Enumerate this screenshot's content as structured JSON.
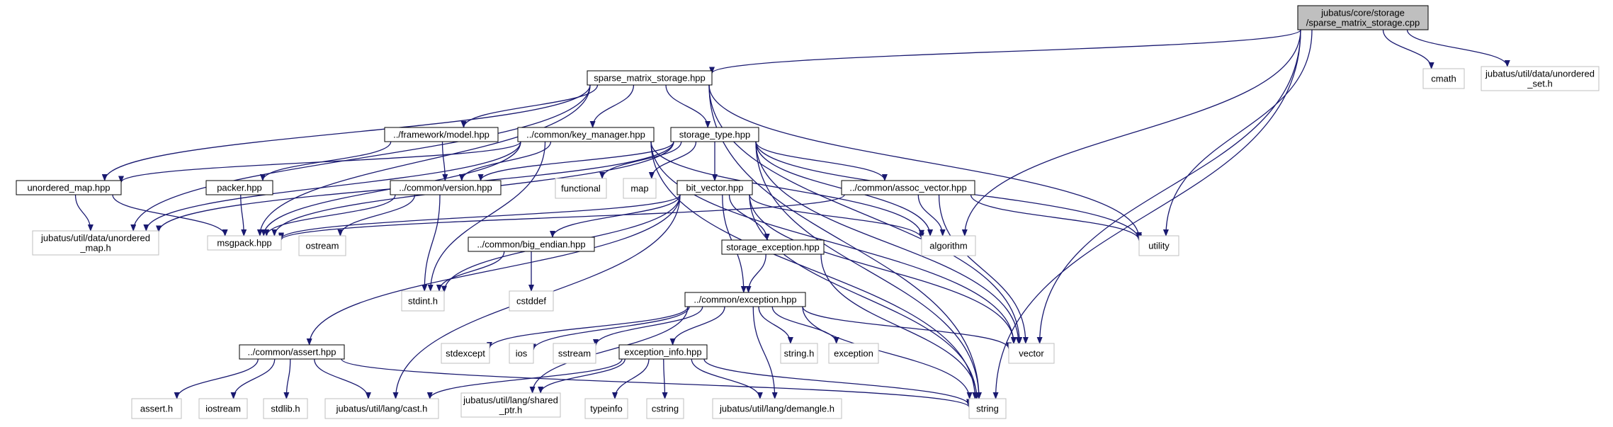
{
  "colors": {
    "edge": "#191970",
    "root_fill": "#bfbfbf",
    "root_border": "#000000",
    "header_border": "#000000",
    "system_border": "#bfbfbf",
    "text": "#000000",
    "system_text": "#000000"
  },
  "nodes": [
    {
      "id": "root",
      "kind": "root",
      "lines": [
        "jubatus/core/storage",
        "/sparse_matrix_storage.cpp"
      ]
    },
    {
      "id": "sms",
      "kind": "header",
      "lines": [
        "sparse_matrix_storage.hpp"
      ]
    },
    {
      "id": "cmath",
      "kind": "system",
      "lines": [
        "cmath"
      ]
    },
    {
      "id": "uset",
      "kind": "system",
      "lines": [
        "jubatus/util/data/unordered",
        "_set.h"
      ]
    },
    {
      "id": "model",
      "kind": "header",
      "lines": [
        "../framework/model.hpp"
      ]
    },
    {
      "id": "keymgr",
      "kind": "header",
      "lines": [
        "../common/key_manager.hpp"
      ]
    },
    {
      "id": "stype",
      "kind": "header",
      "lines": [
        "storage_type.hpp"
      ]
    },
    {
      "id": "umap",
      "kind": "header",
      "lines": [
        "unordered_map.hpp"
      ]
    },
    {
      "id": "packer",
      "kind": "header",
      "lines": [
        "packer.hpp"
      ]
    },
    {
      "id": "version",
      "kind": "header",
      "lines": [
        "../common/version.hpp"
      ]
    },
    {
      "id": "functional",
      "kind": "system",
      "lines": [
        "functional"
      ]
    },
    {
      "id": "map",
      "kind": "system",
      "lines": [
        "map"
      ]
    },
    {
      "id": "bitvec",
      "kind": "header",
      "lines": [
        "bit_vector.hpp"
      ]
    },
    {
      "id": "assocvec",
      "kind": "header",
      "lines": [
        "../common/assoc_vector.hpp"
      ]
    },
    {
      "id": "umaph",
      "kind": "system",
      "lines": [
        "jubatus/util/data/unordered",
        "_map.h"
      ]
    },
    {
      "id": "msgpack",
      "kind": "system",
      "lines": [
        "msgpack.hpp"
      ]
    },
    {
      "id": "ostream",
      "kind": "system",
      "lines": [
        "ostream"
      ]
    },
    {
      "id": "algorithm",
      "kind": "system",
      "lines": [
        "algorithm"
      ]
    },
    {
      "id": "utility",
      "kind": "system",
      "lines": [
        "utility"
      ]
    },
    {
      "id": "bigendian",
      "kind": "header",
      "lines": [
        "../common/big_endian.hpp"
      ]
    },
    {
      "id": "storexc",
      "kind": "header",
      "lines": [
        "storage_exception.hpp"
      ]
    },
    {
      "id": "stdint",
      "kind": "system",
      "lines": [
        "stdint.h"
      ]
    },
    {
      "id": "cstddef",
      "kind": "system",
      "lines": [
        "cstddef"
      ]
    },
    {
      "id": "exception",
      "kind": "header",
      "lines": [
        "../common/exception.hpp"
      ]
    },
    {
      "id": "assert",
      "kind": "header",
      "lines": [
        "../common/assert.hpp"
      ]
    },
    {
      "id": "stdexcept",
      "kind": "system",
      "lines": [
        "stdexcept"
      ]
    },
    {
      "id": "ios",
      "kind": "system",
      "lines": [
        "ios"
      ]
    },
    {
      "id": "sstream",
      "kind": "system",
      "lines": [
        "sstream"
      ]
    },
    {
      "id": "excinfo",
      "kind": "header",
      "lines": [
        "exception_info.hpp"
      ]
    },
    {
      "id": "stringh",
      "kind": "system",
      "lines": [
        "string.h"
      ]
    },
    {
      "id": "exceptionstd",
      "kind": "system",
      "lines": [
        "exception"
      ]
    },
    {
      "id": "vector",
      "kind": "system",
      "lines": [
        "vector"
      ]
    },
    {
      "id": "asserth",
      "kind": "system",
      "lines": [
        "assert.h"
      ]
    },
    {
      "id": "iostream",
      "kind": "system",
      "lines": [
        "iostream"
      ]
    },
    {
      "id": "stdlib",
      "kind": "system",
      "lines": [
        "stdlib.h"
      ]
    },
    {
      "id": "cast",
      "kind": "system",
      "lines": [
        "jubatus/util/lang/cast.h"
      ]
    },
    {
      "id": "sharedptr",
      "kind": "system",
      "lines": [
        "jubatus/util/lang/shared",
        "_ptr.h"
      ]
    },
    {
      "id": "typeinfo",
      "kind": "system",
      "lines": [
        "typeinfo"
      ]
    },
    {
      "id": "cstring",
      "kind": "system",
      "lines": [
        "cstring"
      ]
    },
    {
      "id": "demangle",
      "kind": "system",
      "lines": [
        "jubatus/util/lang/demangle.h"
      ]
    },
    {
      "id": "string",
      "kind": "system",
      "lines": [
        "string"
      ]
    }
  ],
  "edges": [
    [
      "root",
      "sms"
    ],
    [
      "root",
      "algorithm"
    ],
    [
      "root",
      "utility"
    ],
    [
      "root",
      "vector"
    ],
    [
      "root",
      "string"
    ],
    [
      "root",
      "cmath"
    ],
    [
      "root",
      "uset"
    ],
    [
      "sms",
      "model"
    ],
    [
      "sms",
      "keymgr"
    ],
    [
      "sms",
      "stype"
    ],
    [
      "sms",
      "umap"
    ],
    [
      "sms",
      "umaph"
    ],
    [
      "sms",
      "msgpack"
    ],
    [
      "sms",
      "utility"
    ],
    [
      "sms",
      "vector"
    ],
    [
      "sms",
      "string"
    ],
    [
      "model",
      "packer"
    ],
    [
      "model",
      "version"
    ],
    [
      "keymgr",
      "umap"
    ],
    [
      "keymgr",
      "umaph"
    ],
    [
      "keymgr",
      "msgpack"
    ],
    [
      "keymgr",
      "version"
    ],
    [
      "keymgr",
      "stdint"
    ],
    [
      "keymgr",
      "algorithm"
    ],
    [
      "keymgr",
      "vector"
    ],
    [
      "keymgr",
      "string"
    ],
    [
      "stype",
      "functional"
    ],
    [
      "stype",
      "map"
    ],
    [
      "stype",
      "bitvec"
    ],
    [
      "stype",
      "assocvec"
    ],
    [
      "stype",
      "version"
    ],
    [
      "stype",
      "umaph"
    ],
    [
      "stype",
      "msgpack"
    ],
    [
      "stype",
      "algorithm"
    ],
    [
      "stype",
      "utility"
    ],
    [
      "stype",
      "vector"
    ],
    [
      "stype",
      "string"
    ],
    [
      "umap",
      "umaph"
    ],
    [
      "umap",
      "msgpack"
    ],
    [
      "packer",
      "msgpack"
    ],
    [
      "version",
      "msgpack"
    ],
    [
      "version",
      "ostream"
    ],
    [
      "version",
      "stdint"
    ],
    [
      "bitvec",
      "msgpack"
    ],
    [
      "bitvec",
      "stdint"
    ],
    [
      "bitvec",
      "bigendian"
    ],
    [
      "bitvec",
      "storexc"
    ],
    [
      "bitvec",
      "exception"
    ],
    [
      "bitvec",
      "assert"
    ],
    [
      "bitvec",
      "cast"
    ],
    [
      "bitvec",
      "algorithm"
    ],
    [
      "bitvec",
      "vector"
    ],
    [
      "bitvec",
      "string"
    ],
    [
      "assocvec",
      "msgpack"
    ],
    [
      "assocvec",
      "algorithm"
    ],
    [
      "assocvec",
      "utility"
    ],
    [
      "assocvec",
      "vector"
    ],
    [
      "bigendian",
      "stdint"
    ],
    [
      "bigendian",
      "cstddef"
    ],
    [
      "storexc",
      "exception"
    ],
    [
      "storexc",
      "string"
    ],
    [
      "exception",
      "stdexcept"
    ],
    [
      "exception",
      "ios"
    ],
    [
      "exception",
      "sstream"
    ],
    [
      "exception",
      "excinfo"
    ],
    [
      "exception",
      "stringh"
    ],
    [
      "exception",
      "exceptionstd"
    ],
    [
      "exception",
      "vector"
    ],
    [
      "exception",
      "string"
    ],
    [
      "exception",
      "sharedptr"
    ],
    [
      "exception",
      "demangle"
    ],
    [
      "assert",
      "asserth"
    ],
    [
      "assert",
      "iostream"
    ],
    [
      "assert",
      "stdlib"
    ],
    [
      "assert",
      "cast"
    ],
    [
      "assert",
      "string"
    ],
    [
      "excinfo",
      "cast"
    ],
    [
      "excinfo",
      "sharedptr"
    ],
    [
      "excinfo",
      "typeinfo"
    ],
    [
      "excinfo",
      "cstring"
    ],
    [
      "excinfo",
      "demangle"
    ],
    [
      "excinfo",
      "string"
    ]
  ]
}
